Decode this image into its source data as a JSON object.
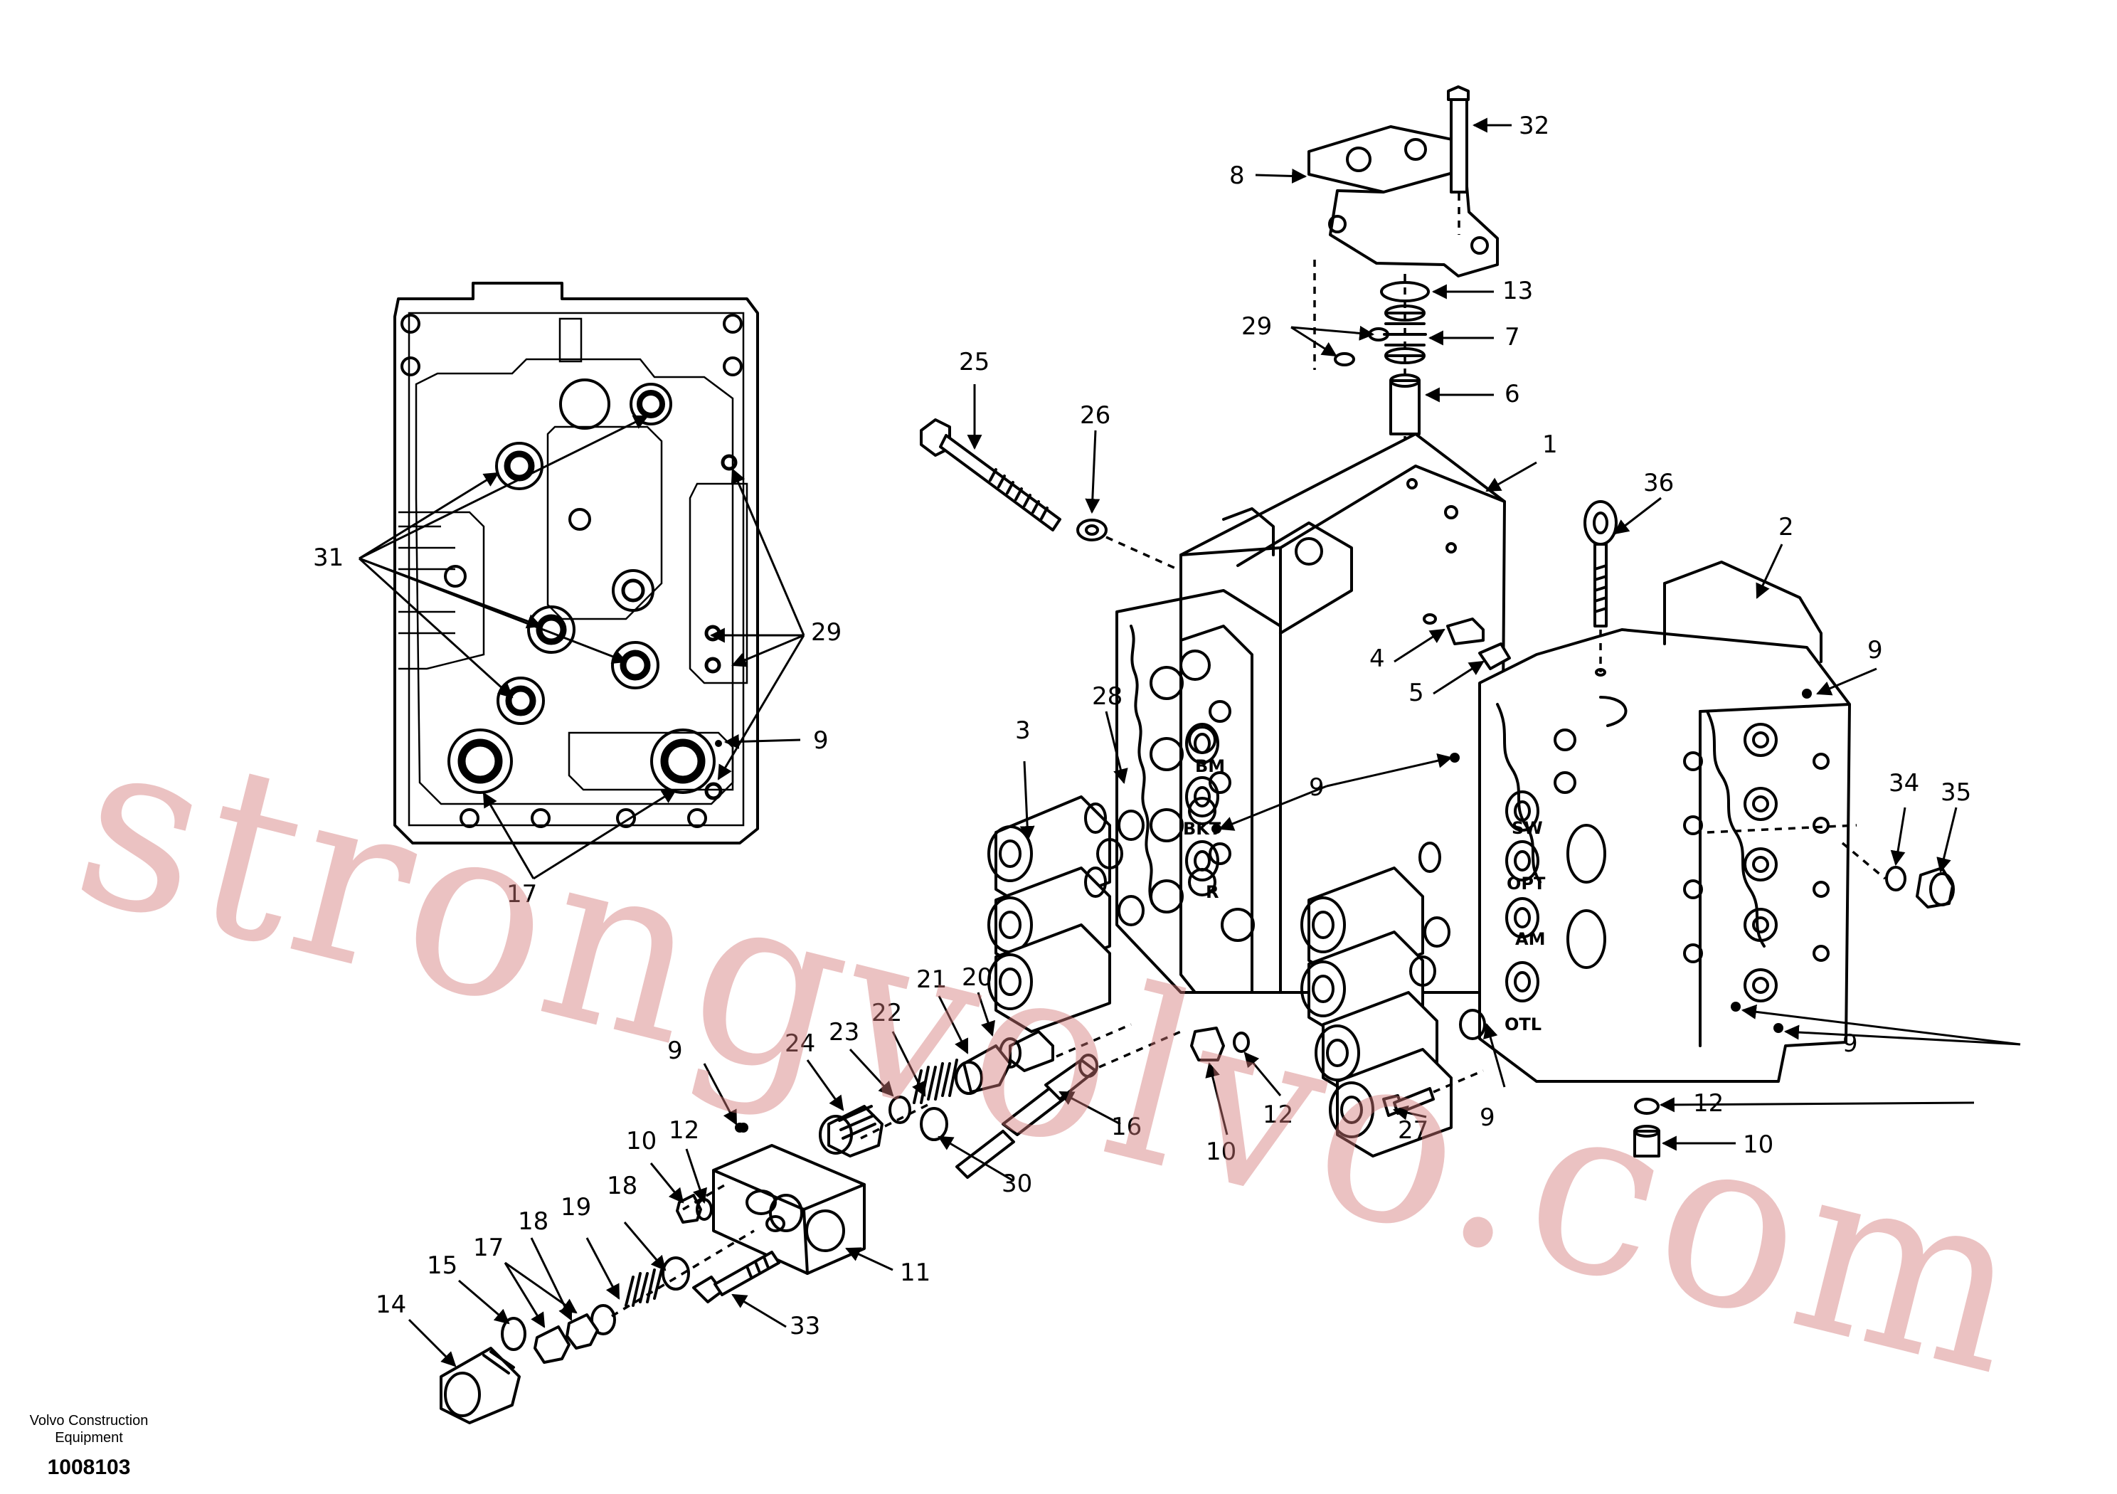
{
  "labels": {
    "l1": "1",
    "l2": "2",
    "l3": "3",
    "l4": "4",
    "l5": "5",
    "l6": "6",
    "l7": "7",
    "l8": "8",
    "l9a": "9",
    "l9b": "9",
    "l9c": "9",
    "l9d": "9",
    "l9e": "9",
    "l9f": "9",
    "l10a": "10",
    "l10b": "10",
    "l10c": "10",
    "l11": "11",
    "l12a": "12",
    "l12b": "12",
    "l12c": "12",
    "l13": "13",
    "l14": "14",
    "l15": "15",
    "l16": "16",
    "l17a": "17",
    "l17b": "17",
    "l18a": "18",
    "l18b": "18",
    "l19": "19",
    "l20": "20",
    "l21": "21",
    "l22": "22",
    "l23": "23",
    "l24": "24",
    "l25": "25",
    "l26": "26",
    "l27": "27",
    "l28": "28",
    "l29a": "29",
    "l29b": "29",
    "l30": "30",
    "l31": "31",
    "l32": "32",
    "l33": "33",
    "l34": "34",
    "l35": "35",
    "l36": "36"
  },
  "port_tags": {
    "bm": "BM",
    "bkt": "BKT",
    "r": "R",
    "opt": "OPT",
    "am": "AM",
    "otl": "OTL",
    "sw": "SW"
  },
  "footer": {
    "publisher_line1": "Volvo Construction",
    "publisher_line2": "Equipment",
    "drawing_number": "1008103"
  },
  "watermark": {
    "text": "strongvolvo.com",
    "color": "#d27878"
  }
}
